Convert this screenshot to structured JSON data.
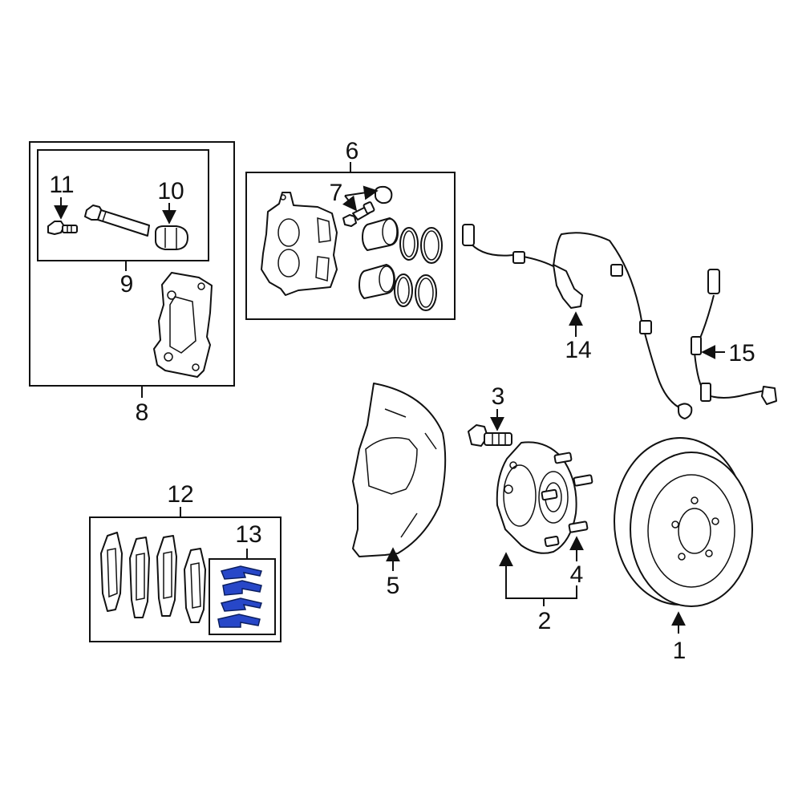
{
  "diagram": {
    "callouts": [
      {
        "id": "1",
        "label": "1"
      },
      {
        "id": "2",
        "label": "2"
      },
      {
        "id": "3",
        "label": "3"
      },
      {
        "id": "4",
        "label": "4"
      },
      {
        "id": "5",
        "label": "5"
      },
      {
        "id": "6",
        "label": "6"
      },
      {
        "id": "7",
        "label": "7"
      },
      {
        "id": "8",
        "label": "8"
      },
      {
        "id": "9",
        "label": "9"
      },
      {
        "id": "10",
        "label": "10"
      },
      {
        "id": "11",
        "label": "11"
      },
      {
        "id": "12",
        "label": "12"
      },
      {
        "id": "13",
        "label": "13"
      },
      {
        "id": "14",
        "label": "14"
      },
      {
        "id": "15",
        "label": "15"
      }
    ],
    "highlighted_part": "13",
    "colors": {
      "line": "#111111",
      "background": "#ffffff",
      "highlight": "#2747c8"
    }
  }
}
